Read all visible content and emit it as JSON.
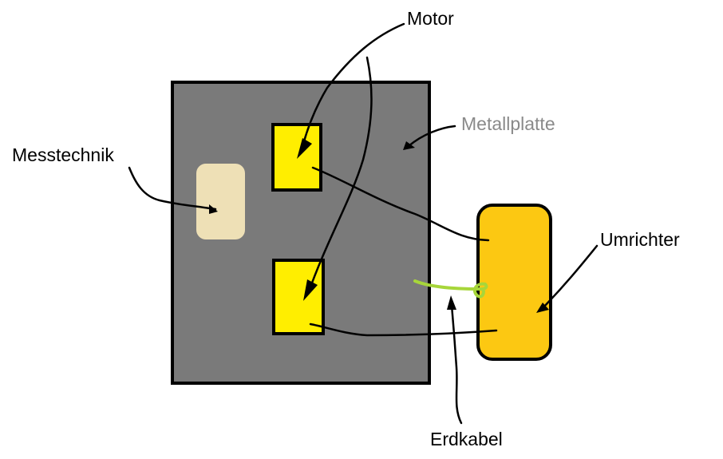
{
  "labels": {
    "motor": "Motor",
    "metallplatte": "Metallplatte",
    "messtechnik": "Messtechnik",
    "umrichter": "Umrichter",
    "erdkabel": "Erdkabel"
  },
  "colors": {
    "background": "#ffffff",
    "plate": "#7a7a7a",
    "outline": "#000000",
    "motor": "#ffee00",
    "umrichter": "#fcc812",
    "messtechnik": "#eee0b6",
    "ground_wire": "#a7d63a",
    "muted_label": "#8a8a8a"
  }
}
